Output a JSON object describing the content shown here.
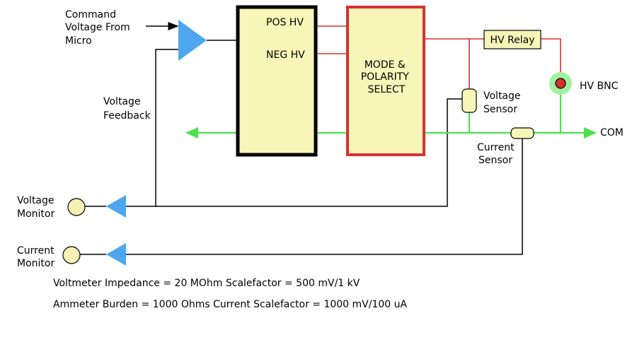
{
  "labels": {
    "command_voltage": [
      "Command",
      "Voltage From",
      "Micro"
    ],
    "pos_hv": "POS HV",
    "neg_hv": "NEG HV",
    "mode_polarity": [
      "MODE  &",
      "POLARITY",
      "SELECT"
    ],
    "hv_relay": "HV Relay",
    "hv_bnc": "HV BNC",
    "voltage_sensor": [
      "Voltage",
      "Sensor"
    ],
    "current_sensor": [
      "Current",
      "Sensor"
    ],
    "com": "COM",
    "voltage_feedback": [
      "Voltage",
      "Feedback"
    ],
    "voltage_monitor": [
      "Voltage",
      "Monitor"
    ],
    "current_monitor": [
      "Current",
      "Monitor"
    ]
  },
  "notes": {
    "voltmeter": "Voltmeter Impedance = 20 MOhm Scalefactor = 500 mV/1 kV",
    "ammeter": "Ammeter Burden = 1000 Ohms Current Scalefactor = 1000 mV/100 uA"
  },
  "colors": {
    "amplifier": "#4da6ee",
    "hv_supply_box": "#f8f5b8",
    "hv_line": "#d93030",
    "com_line": "#4de04d",
    "bnc_halo": "#9ff29f",
    "monitor_jack": "#f5f0b4"
  }
}
